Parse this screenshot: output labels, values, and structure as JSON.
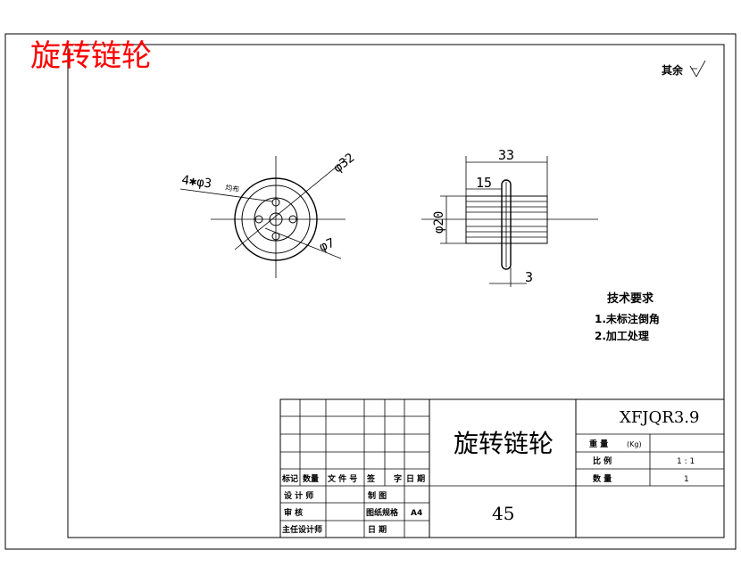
{
  "watermark": {
    "text": "旋转链轮",
    "color": "#ff0000"
  },
  "surface_finish": {
    "label": "其余"
  },
  "front_view": {
    "dim_outer": "φ32",
    "dim_hole_pattern": "4✱φ3",
    "dim_hole_pattern_note": "均布",
    "dim_bore": "φ7"
  },
  "side_view": {
    "dim_length": "33",
    "dim_offset": "15",
    "dim_diameter": "φ20",
    "dim_thickness": "3"
  },
  "tech_requirements": {
    "title": "技术要求",
    "items": [
      "1.未标注倒角",
      "2.加工处理"
    ]
  },
  "title_block": {
    "part_name": "旋转链轮",
    "drawing_no": "XFJQR3.9",
    "material": "45",
    "header_cells": [
      "标记",
      "数量",
      "文 件 号",
      "签",
      "字",
      "日 期"
    ],
    "row_labels": {
      "designer": "设 计 师",
      "drafter": "制 图",
      "reviewer": "审 核",
      "paper": "图纸规格",
      "paper_size": "A4",
      "chief": "主任设计师",
      "date": "日 期"
    },
    "props": {
      "weight_label": "重 量",
      "weight_unit": "(Kg)",
      "weight_value": "",
      "scale_label": "比 例",
      "scale_value": "1 : 1",
      "qty_label": "数 量",
      "qty_value": "1"
    }
  }
}
